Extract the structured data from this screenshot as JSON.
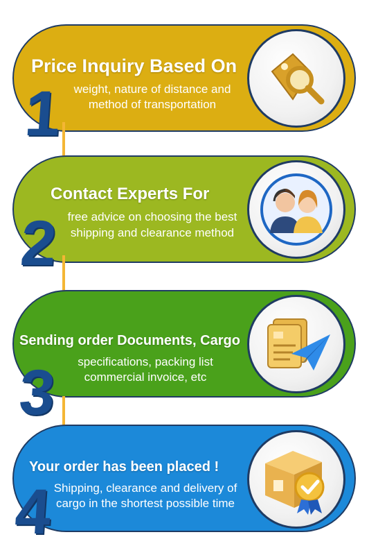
{
  "steps": [
    {
      "number": "1",
      "title": "Price Inquiry Based On",
      "line1": "weight, nature of distance and",
      "line2": "method of transportation",
      "color": "#dcae12",
      "icon": "price-tag-magnifier-icon"
    },
    {
      "number": "2",
      "title": "Contact Experts For",
      "line1": "free advice on choosing the best",
      "line2": "shipping and clearance method",
      "color": "#9cb821",
      "icon": "support-agents-icon"
    },
    {
      "number": "3",
      "title": "Sending order Documents, Cargo",
      "line1": "specifications, packing list",
      "line2": "commercial invoice, etc",
      "color": "#4aa11b",
      "icon": "documents-paper-plane-icon"
    },
    {
      "number": "4",
      "title": "Your order has been placed !",
      "line1": "Shipping, clearance and delivery of",
      "line2": "cargo in the shortest possible time",
      "color": "#1c89d9",
      "icon": "package-badge-icon"
    }
  ]
}
